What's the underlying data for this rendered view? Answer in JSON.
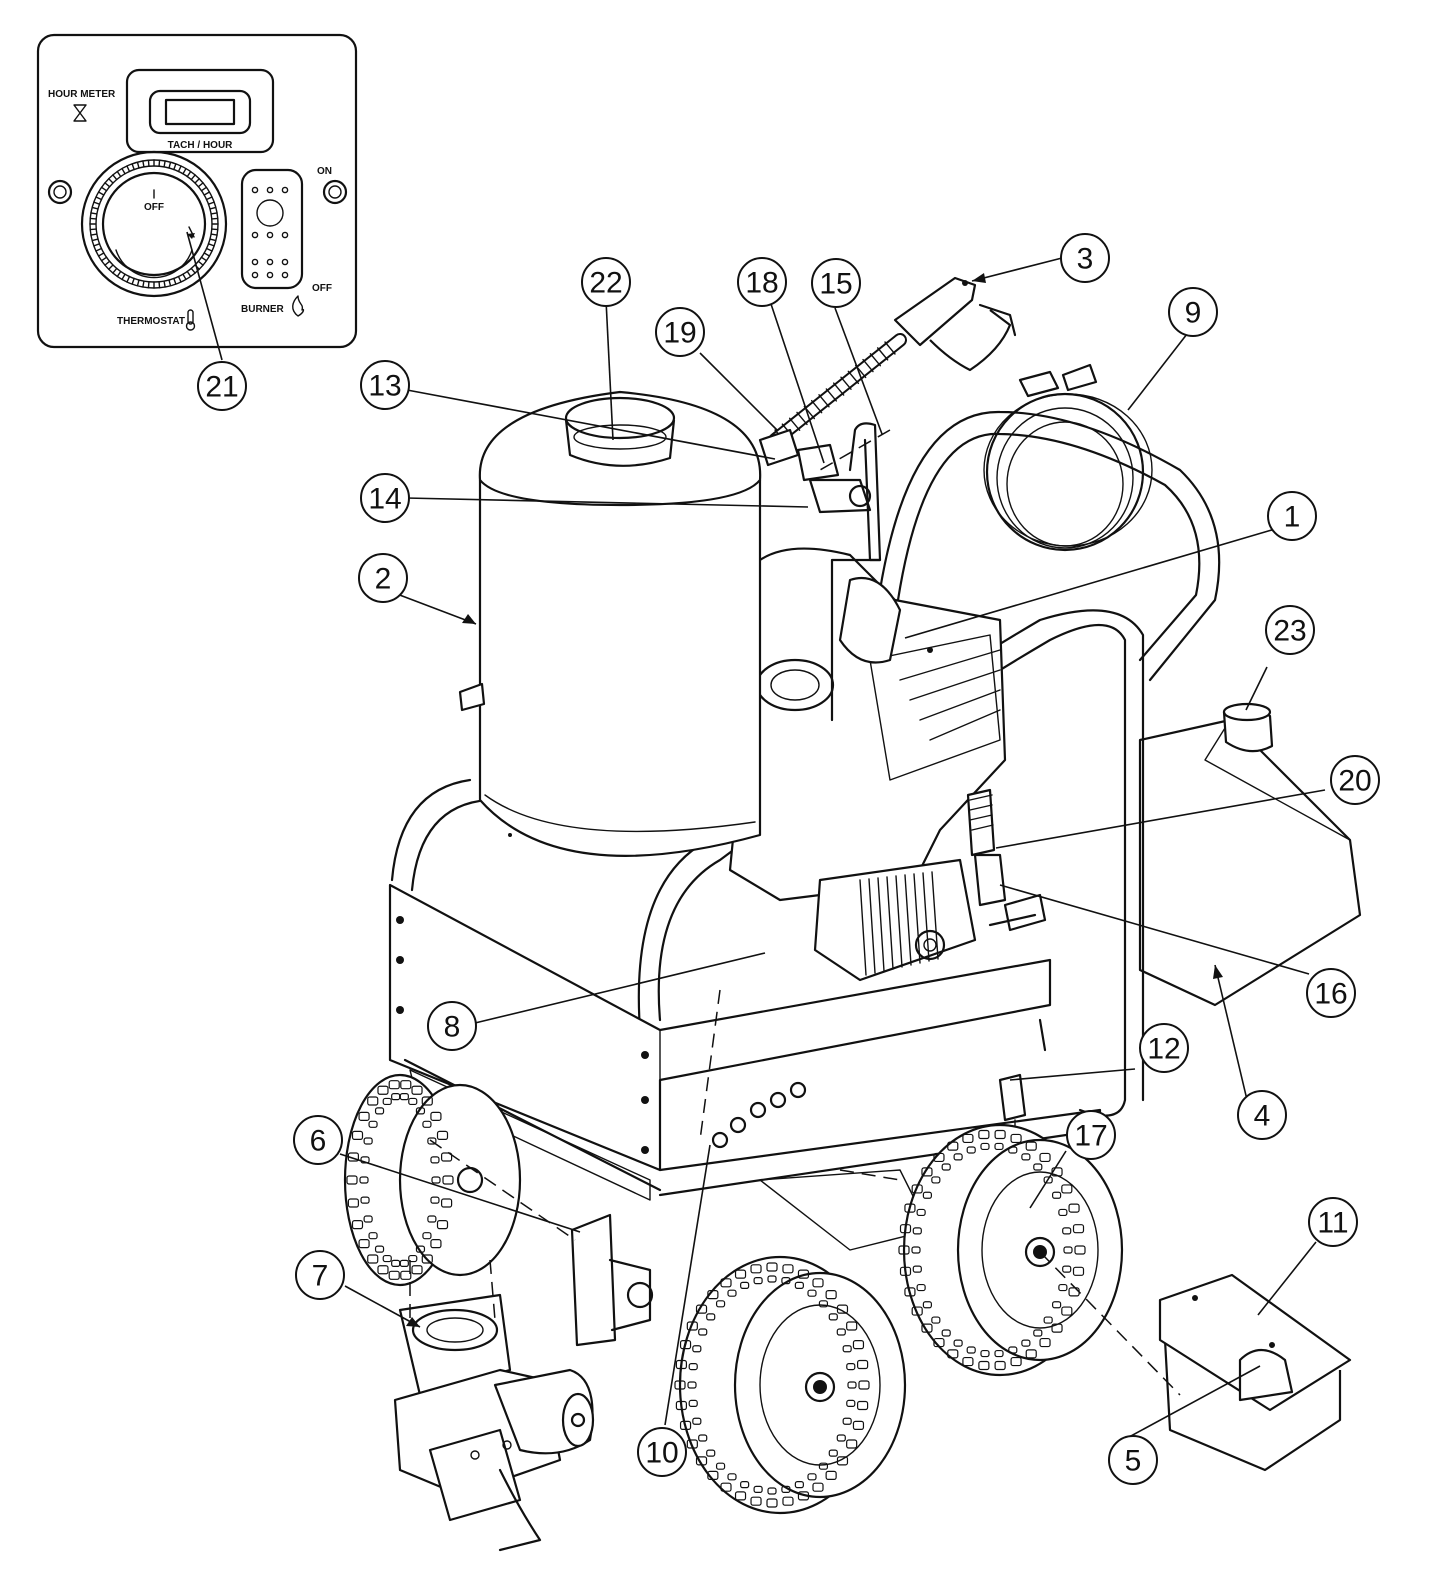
{
  "panel": {
    "hour_meter_label": "HOUR METER",
    "tach_hour_label": "TACH / HOUR",
    "on_label": "ON",
    "off_switch_label": "OFF",
    "dial_off_label": "OFF",
    "thermostat_label": "THERMOSTAT",
    "burner_label": "BURNER"
  },
  "callouts": [
    {
      "num": "1"
    },
    {
      "num": "2"
    },
    {
      "num": "3"
    },
    {
      "num": "4"
    },
    {
      "num": "5"
    },
    {
      "num": "6"
    },
    {
      "num": "7"
    },
    {
      "num": "8"
    },
    {
      "num": "9"
    },
    {
      "num": "10"
    },
    {
      "num": "11"
    },
    {
      "num": "12"
    },
    {
      "num": "13"
    },
    {
      "num": "14"
    },
    {
      "num": "15"
    },
    {
      "num": "16"
    },
    {
      "num": "17"
    },
    {
      "num": "18"
    },
    {
      "num": "19"
    },
    {
      "num": "20"
    },
    {
      "num": "21"
    },
    {
      "num": "22"
    },
    {
      "num": "23"
    }
  ],
  "icons": {
    "hourglass": "hourglass-icon",
    "thermometer": "thermometer-icon",
    "flame": "flame-icon"
  }
}
